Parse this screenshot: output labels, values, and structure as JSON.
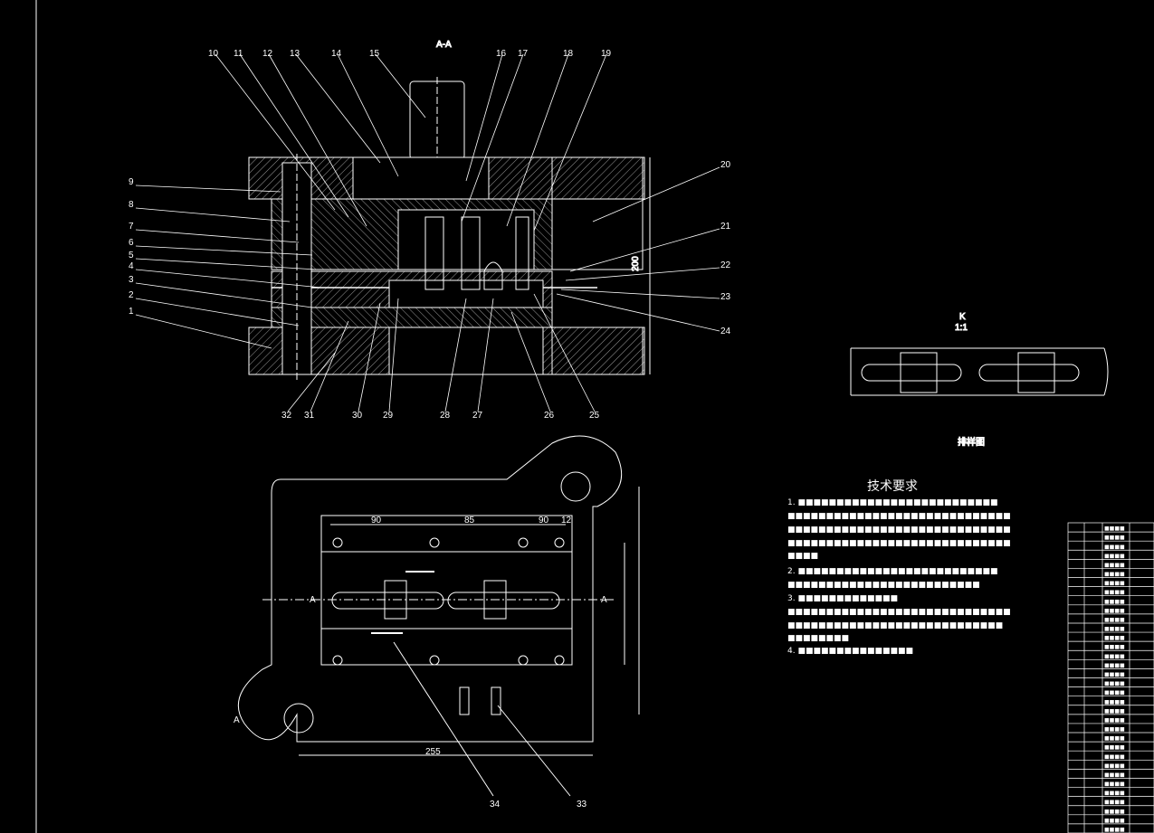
{
  "section_title": "A-A",
  "part_numbers_top": [
    "10",
    "11",
    "12",
    "13",
    "14",
    "15",
    "16",
    "17",
    "18",
    "19"
  ],
  "part_numbers_left": [
    "9",
    "8",
    "7",
    "6",
    "5",
    "4",
    "3",
    "2",
    "1"
  ],
  "part_numbers_right": [
    "20",
    "21",
    "22",
    "23",
    "24"
  ],
  "part_numbers_bottom": [
    "32",
    "31",
    "30",
    "29",
    "28",
    "27",
    "26",
    "25"
  ],
  "part_numbers_plan": [
    "34",
    "33"
  ],
  "section_view": {
    "label": "A-A",
    "dim_height": "200"
  },
  "detail_view": {
    "label": "K",
    "scale": "1:1",
    "caption": "排样图"
  },
  "plan_view": {
    "dims_top": [
      "90",
      "85",
      "90",
      "12"
    ],
    "dim_bottom": "255",
    "section_mark": "A"
  },
  "tech_requirements": {
    "title": "技术要求",
    "items": [
      "1. ■■■■■■■■■■■■■■■■■■■■■■■■■■",
      "■■■■■■■■■■■■■■■■■■■■■■■■■■■■■",
      "■■■■■■■■■■■■■■■■■■■■■■■■■■■■■",
      "■■■■■■■■■■■■■■■■■■■■■■■■■■■■■",
      "■■■■",
      "2. ■■■■■■■■■■■■■■■■■■■■■■■■■■",
      "■■■■■■■■■■■■■■■■■■■■■■■■■",
      "3. ■■■■■■■■■■■■■",
      "■■■■■■■■■■■■■■■■■■■■■■■■■■■■■",
      "■■■■■■■■■■■■■■■■■■■■■■■■■■■■",
      "■■■■■■■■",
      "4. ■■■■■■■■■■■■■■■"
    ]
  },
  "parts_list": {
    "rows": 34,
    "placeholder": "■■■■"
  }
}
